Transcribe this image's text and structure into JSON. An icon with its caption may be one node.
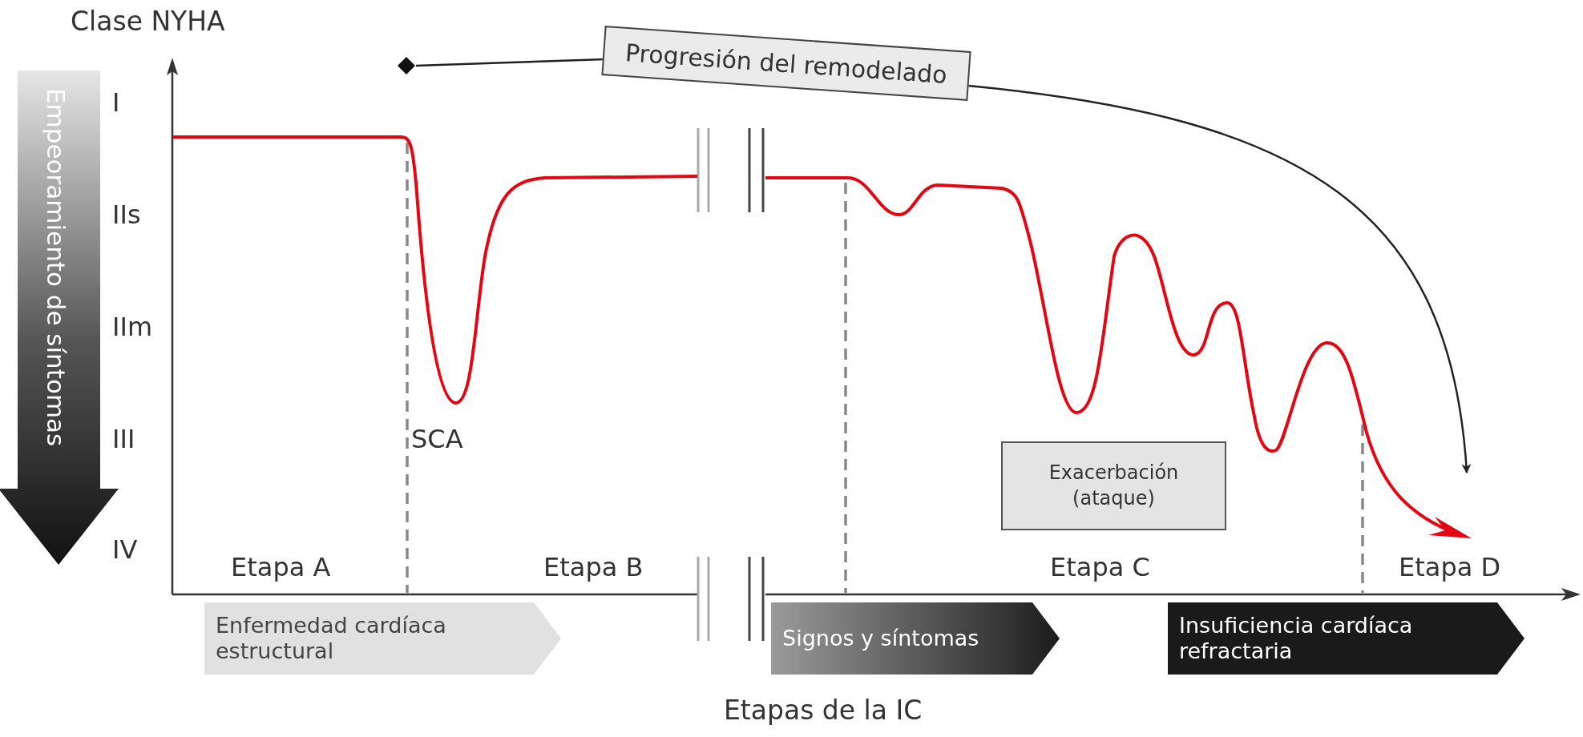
{
  "diagram": {
    "title": "Clase NYHA",
    "caption": "Etapas de la IC",
    "nodes": [
      {
        "text": [],
        "shape": "diamond"
      },
      {
        "text": [
          "Progresión del remodelado"
        ]
      },
      {
        "text": [
          "Exacerbación (ataque)"
        ]
      },
      {
        "text": [
          "Enfermedad cardíaca estructural"
        ]
      },
      {
        "text": [
          "Signos y síntomas"
        ]
      },
      {
        "text": [
          "Insuficiencia cardíaca refractaria"
        ]
      }
    ],
    "edges": [
      {
        "from": 0,
        "to": 1,
        "arrow": "none"
      },
      {
        "from": 1,
        "to": null,
        "arrow": "to"
      }
    ],
    "labels": [
      "I",
      "IIs",
      "IIm",
      "III",
      "IV",
      "Empeoramiento de síntomas",
      "SCA",
      "Etapa A",
      "Etapa B",
      "Etapa C",
      "Etapa D"
    ]
  }
}
